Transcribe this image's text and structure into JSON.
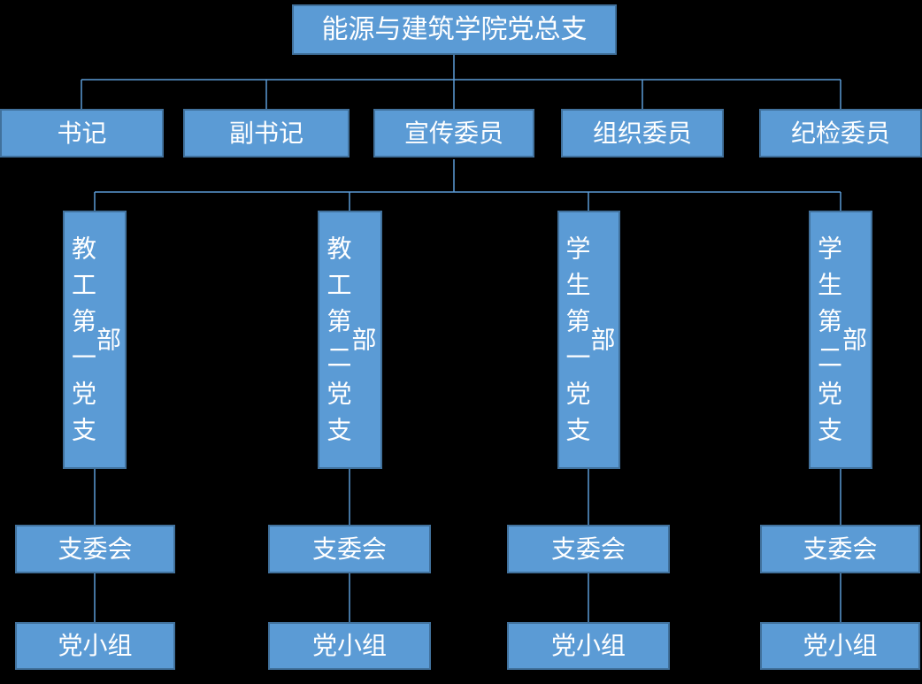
{
  "chart": {
    "type": "org-chart",
    "root": {
      "label": "能源与建筑学院党总支"
    },
    "officers": [
      {
        "label": "书记"
      },
      {
        "label": "副书记"
      },
      {
        "label": "宣传委员"
      },
      {
        "label": "组织委员"
      },
      {
        "label": "纪检委员"
      }
    ],
    "branches": [
      {
        "label": "教工第一党支部",
        "committee": "支委会",
        "group": "党小组"
      },
      {
        "label": "教工第二党支部",
        "committee": "支委会",
        "group": "党小组"
      },
      {
        "label": "学生第一党支部",
        "committee": "支委会",
        "group": "党小组"
      },
      {
        "label": "学生第二党支部",
        "committee": "支委会",
        "group": "党小组"
      }
    ],
    "colors": {
      "background": "#000000",
      "node_fill": "#5B9BD5",
      "node_border": "#41719C",
      "connector": "#5B9BD5",
      "text": "#FFFFFF"
    }
  }
}
